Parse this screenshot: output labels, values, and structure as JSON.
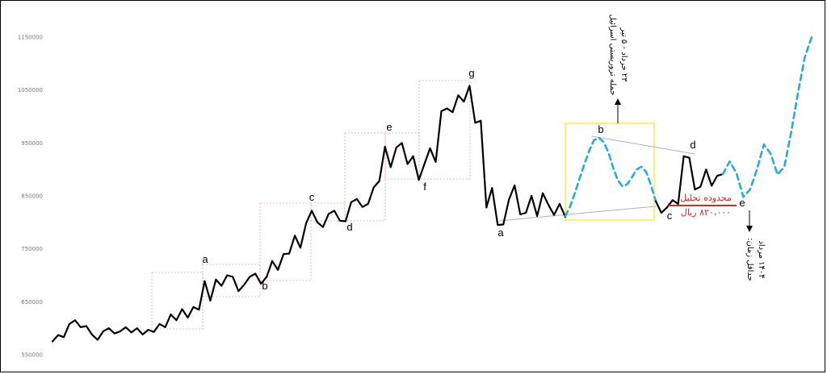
{
  "chart_data": {
    "type": "line",
    "y_ticks": [
      "1150000",
      "1050000",
      "950000",
      "850000",
      "750000",
      "650000",
      "550000"
    ],
    "ylim": [
      550000,
      1150000
    ],
    "grid": false,
    "series": [
      {
        "style": "solid",
        "color": "#000000",
        "values": [
          575000,
          587000,
          583000,
          608000,
          615000,
          602000,
          604000,
          588000,
          578000,
          594000,
          600000,
          590000,
          594000,
          602000,
          592000,
          600000,
          588000,
          597000,
          593000,
          608000,
          602000,
          626000,
          615000,
          636000,
          620000,
          640000,
          635000,
          689000,
          652000,
          692000,
          680000,
          700000,
          697000,
          670000,
          682000,
          697000,
          703000,
          684000,
          697000,
          727000,
          710000,
          740000,
          741000,
          775000,
          752000,
          798000,
          822000,
          800000,
          791000,
          816000,
          822000,
          803000,
          802000,
          838000,
          844000,
          829000,
          835000,
          866000,
          878000,
          943000,
          904000,
          941000,
          950000,
          910000,
          925000,
          880000,
          910000,
          940000,
          914000,
          1010000,
          1015000,
          1008000,
          1040000,
          1028000,
          1058000,
          988000,
          992000,
          828000,
          865000,
          795000,
          796000,
          843000,
          870000,
          815000,
          818000,
          850000,
          812000,
          855000,
          833000,
          814000,
          835000,
          810000
        ]
      },
      {
        "style": "dashed",
        "color": "#29a9e0",
        "values": [
          812000,
          830000,
          855000,
          883000,
          910000,
          935000,
          955000,
          960000,
          952000,
          933000,
          905000,
          880000,
          868000,
          872000,
          885000,
          900000,
          905000,
          895000,
          870000,
          840000
        ]
      },
      {
        "style": "solid",
        "color": "#000000",
        "values": [
          840000,
          818000,
          828000,
          842000,
          835000,
          925000,
          922000,
          862000,
          867000,
          900000,
          869000,
          888000,
          891000
        ]
      },
      {
        "style": "dashed",
        "color": "#29a9e0",
        "values": [
          891000,
          915000,
          893000,
          848000,
          862000,
          900000,
          947000,
          930000,
          890000,
          905000,
          970000,
          1045000,
          1112000,
          1150000
        ]
      }
    ],
    "annotations": {
      "wave_labels": [
        "a",
        "b",
        "c",
        "d",
        "e",
        "f",
        "g",
        "a",
        "b",
        "c",
        "d",
        "e"
      ],
      "top_note": [
        "حمله تروریستی اسرائیل",
        "۲۳ خرداد - ۵ تیر"
      ],
      "analysis_zone": [
        "محدوده تحلیل",
        "۸۲۰،۰۰۰ ریال"
      ],
      "bottom_note": [
        "حداقل زمان:",
        "۱۴۰۴ مرداد"
      ]
    },
    "colors": {
      "line": "#000000",
      "forecast": "#29a9e0",
      "box": "#ffe94a",
      "zone": "#d9262c",
      "channel": "#b0b0b0",
      "grid_box": "#f2a0a8"
    }
  }
}
